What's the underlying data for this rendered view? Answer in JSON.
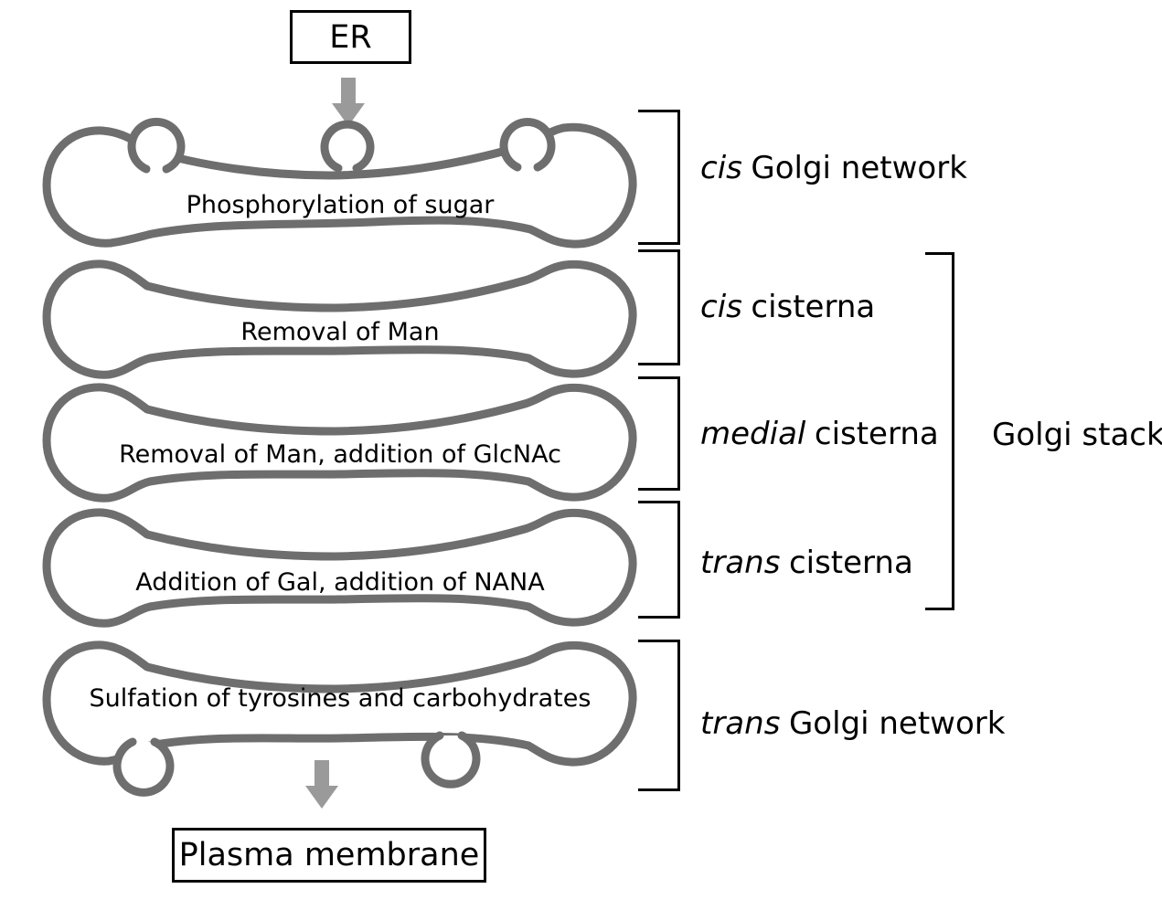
{
  "diagram": {
    "source_box": "ER",
    "target_box": "Plasma membrane",
    "group_label": "Golgi stack",
    "stages": [
      {
        "process": "Phosphorylation of sugar",
        "region_italic": "cis",
        "region_rest": "Golgi network"
      },
      {
        "process": "Removal of Man",
        "region_italic": "cis",
        "region_rest": "cisterna"
      },
      {
        "process": "Removal of Man, addition of GlcNAc",
        "region_italic": "medial",
        "region_rest": "cisterna"
      },
      {
        "process": "Addition of Gal, addition of NANA",
        "region_italic": "trans",
        "region_rest": "cisterna"
      },
      {
        "process": "Sulfation of tyrosines and carbohydrates",
        "region_italic": "trans",
        "region_rest": "Golgi network"
      }
    ],
    "colors": {
      "membrane_outline": "#6e6e6e",
      "arrow": "#9a9a9a",
      "text": "#000000",
      "bracket_line": "#000000",
      "background": "#ffffff"
    }
  }
}
